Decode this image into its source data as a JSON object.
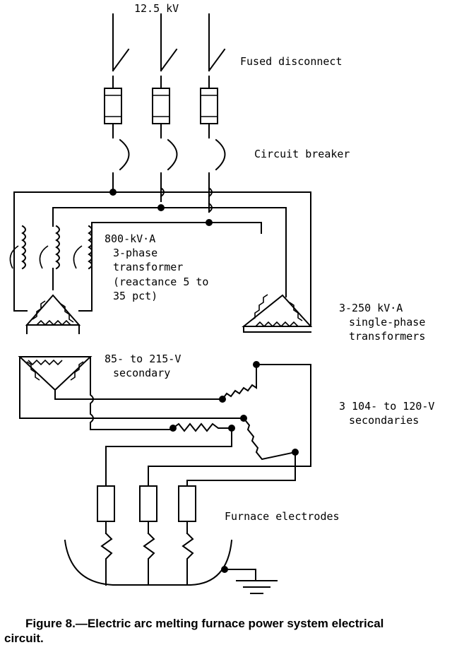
{
  "labels": {
    "supply": "12.5 kV",
    "fused_disconnect": "Fused disconnect",
    "circuit_breaker": "Circuit breaker",
    "main_transformer": [
      "800-kV·A",
      "3-phase",
      "transformer",
      "(reactance 5 to",
      "35 pct)"
    ],
    "single_phase": [
      "3-250 kV·A",
      "single-phase",
      "transformers"
    ],
    "secondary_85": [
      "85- to 215-V",
      "secondary"
    ],
    "secondaries_104": [
      "3 104- to 120-V",
      "secondaries"
    ],
    "furnace_electrodes": "Furnace electrodes"
  },
  "caption": {
    "line1": "Figure 8.—Electric arc melting furnace power system electrical",
    "line2": "circuit."
  }
}
